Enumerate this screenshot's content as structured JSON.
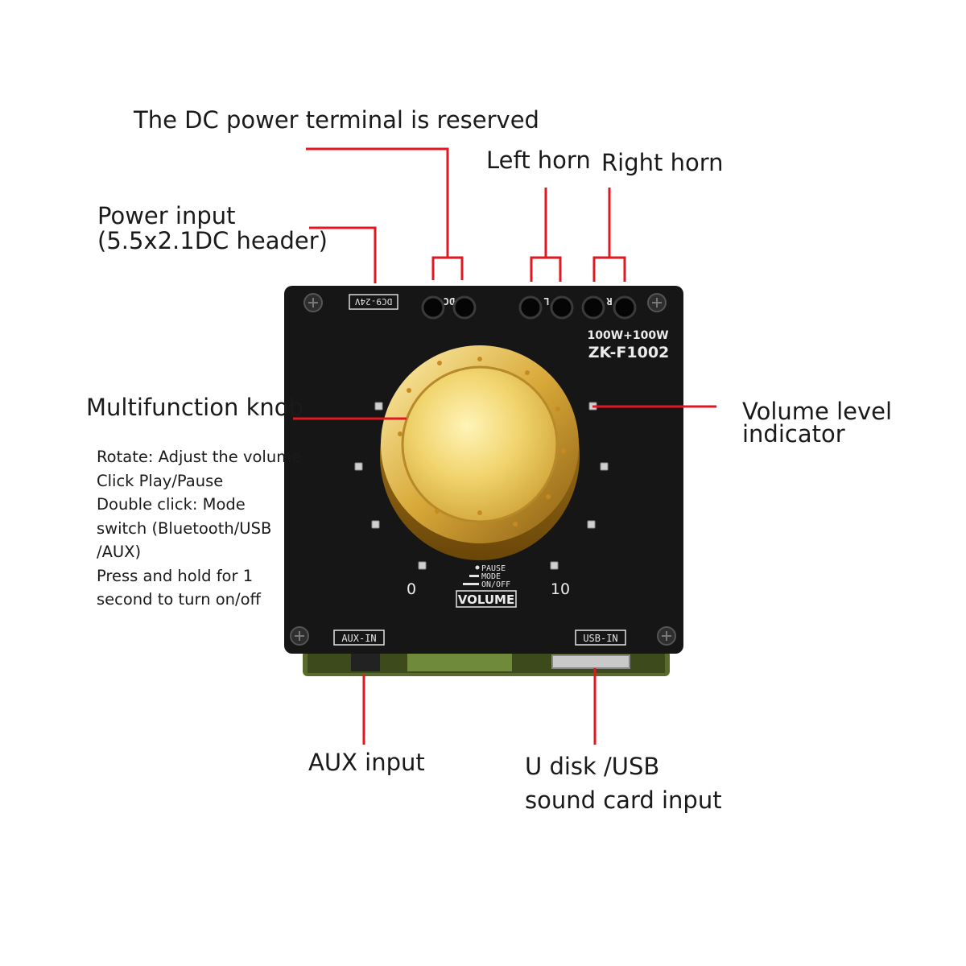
{
  "labels": {
    "dc_reserved": "The DC power terminal is reserved",
    "left_horn": "Left horn",
    "right_horn": "Right horn",
    "power_input_line1": "Power input",
    "power_input_line2": "(5.5x2.1DC header)",
    "knob": "Multifunction knob",
    "volume_indicator_line1": "Volume level",
    "volume_indicator_line2": "indicator",
    "aux_input": "AUX input",
    "usb_input_line1": "U disk /USB",
    "usb_input_line2": "sound card input"
  },
  "instructions": [
    "Rotate: Adjust the volume",
    "Click Play/Pause",
    "Double click: Mode",
    "switch (Bluetooth/USB",
    "/AUX)",
    "Press and hold for 1",
    "second to turn on/off"
  ],
  "board": {
    "power_silk": "DC9-24V",
    "dc_silk": "- DC +",
    "left_silk": "+ L -",
    "right_silk": "+ R -",
    "rating": "100W+100W",
    "model": "ZK-F1002",
    "scale_min": "0",
    "scale_max": "10",
    "legend_pause": "PAUSE",
    "legend_mode": "MODE",
    "legend_onoff": "ON/OFF",
    "volume_label": "VOLUME",
    "aux_silk": "AUX-IN",
    "usb_silk": "USB-IN"
  },
  "colors": {
    "leader": "#e01822",
    "board": "#161616",
    "gold": "#e8c24c"
  }
}
